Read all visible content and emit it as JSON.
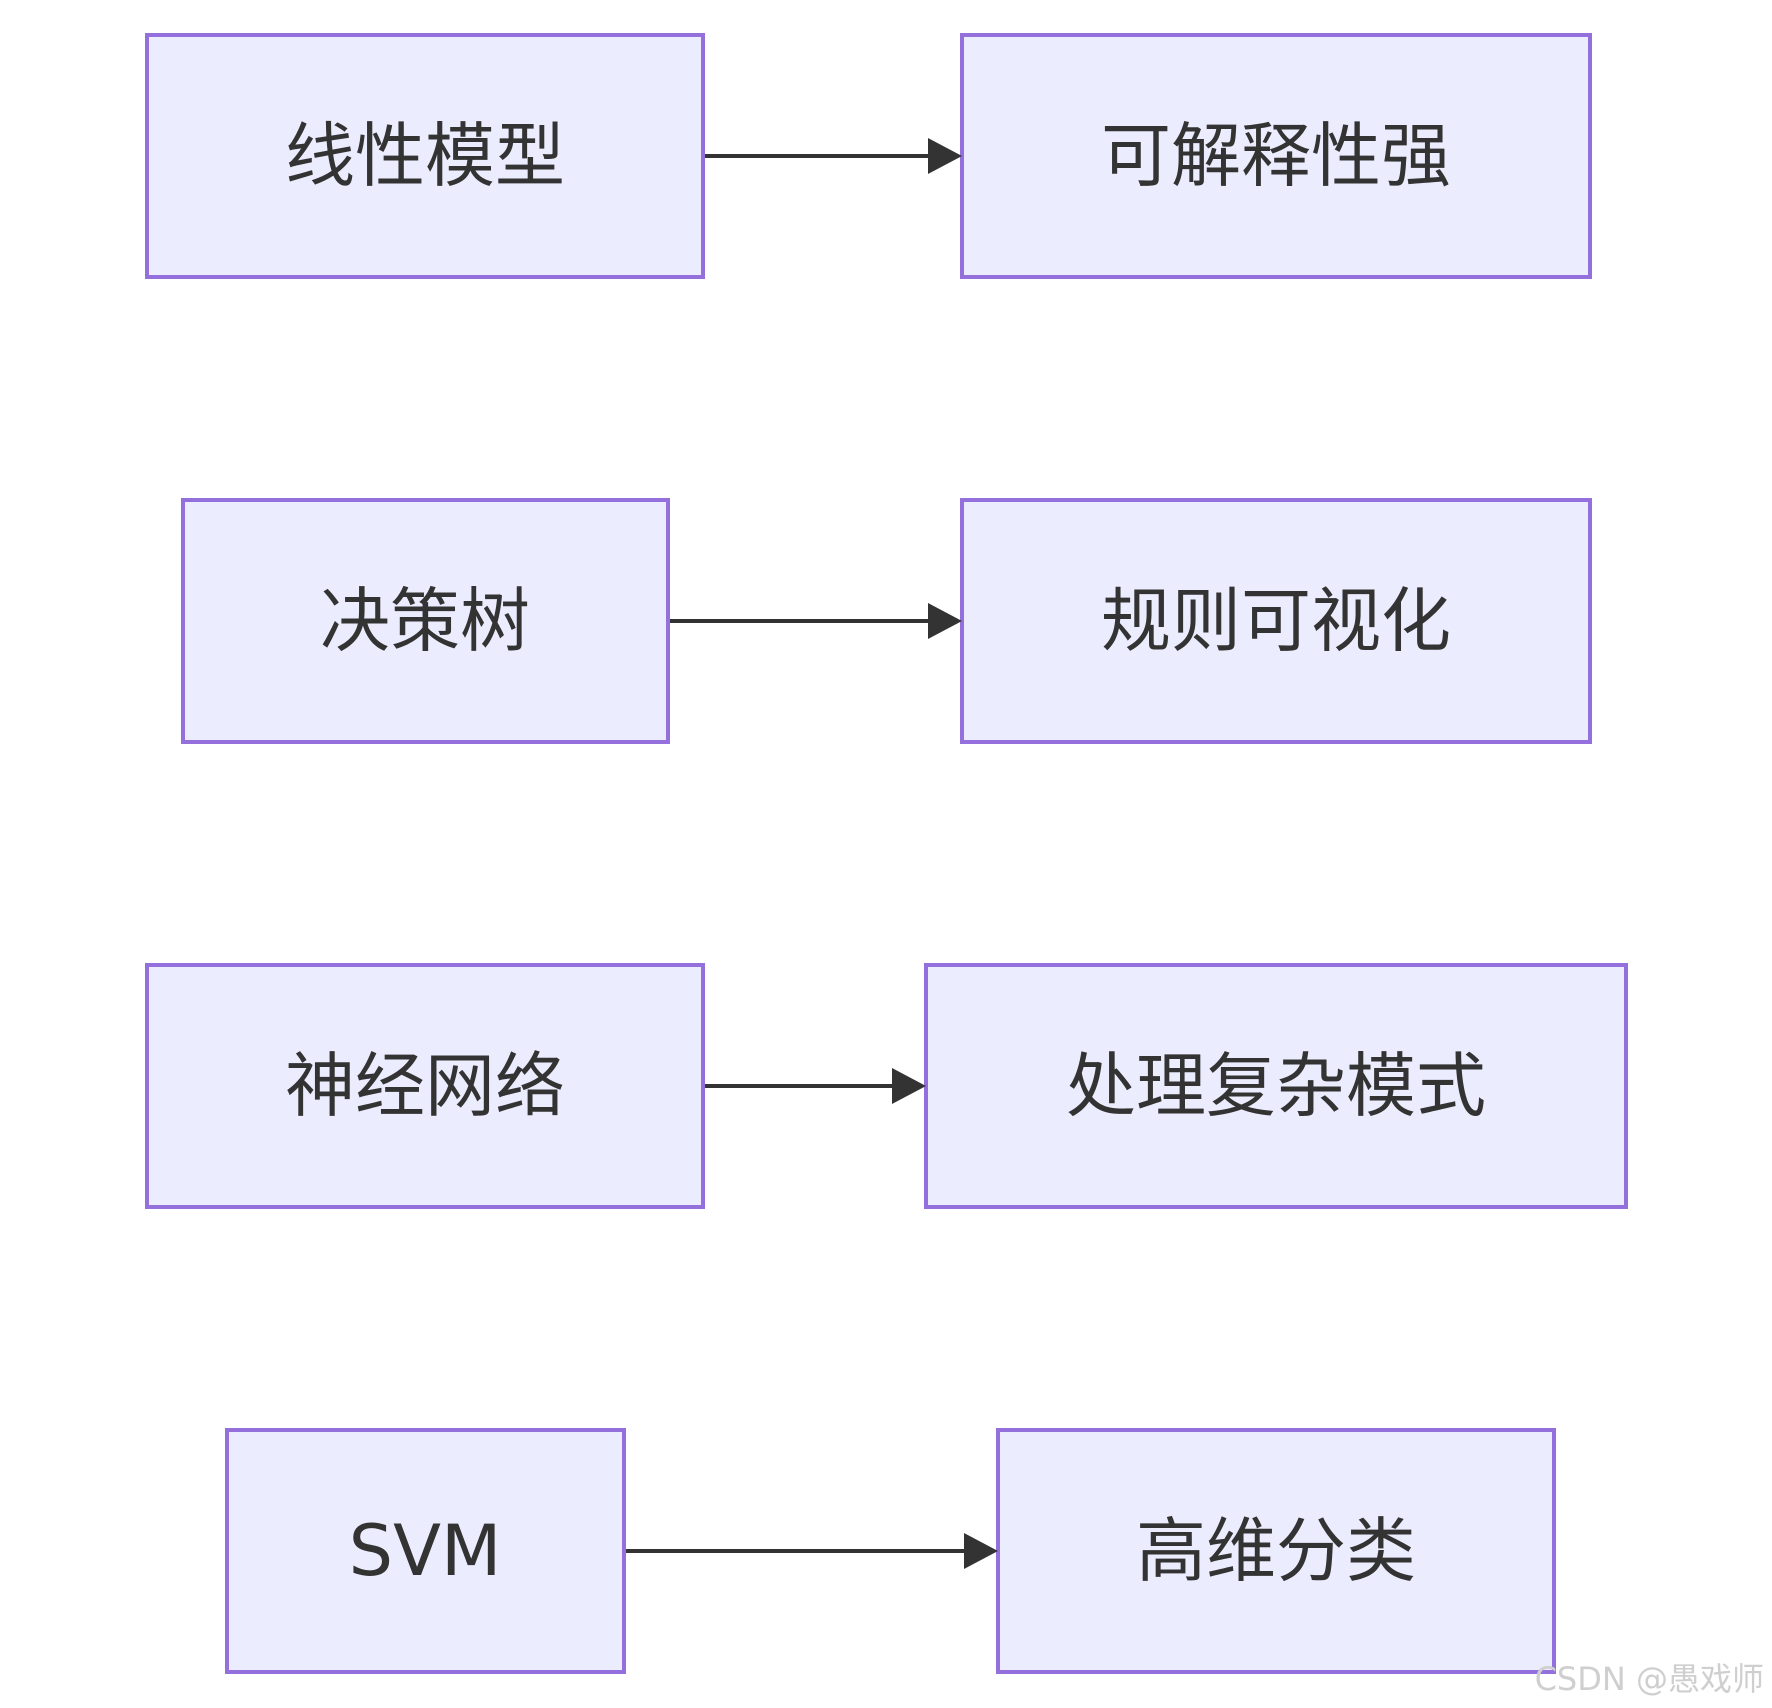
{
  "diagram": {
    "type": "flowchart",
    "direction": "left-to-right",
    "nodes": [
      {
        "id": "linear",
        "label": "线性模型"
      },
      {
        "id": "interp",
        "label": "可解释性强"
      },
      {
        "id": "tree",
        "label": "决策树"
      },
      {
        "id": "rules",
        "label": "规则可视化"
      },
      {
        "id": "nn",
        "label": "神经网络"
      },
      {
        "id": "complex",
        "label": "处理复杂模式"
      },
      {
        "id": "svm",
        "label": "SVM"
      },
      {
        "id": "highdim",
        "label": "高维分类"
      }
    ],
    "edges": [
      {
        "from": "linear",
        "to": "interp"
      },
      {
        "from": "tree",
        "to": "rules"
      },
      {
        "from": "nn",
        "to": "complex"
      },
      {
        "from": "svm",
        "to": "highdim"
      }
    ],
    "colors": {
      "node_fill": "#ECECFF",
      "node_border": "#9370DB",
      "edge": "#333333",
      "text": "#333333"
    }
  },
  "watermark": "CSDN @愚戏师"
}
